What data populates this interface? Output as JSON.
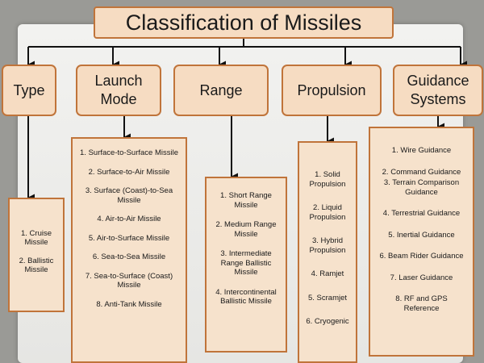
{
  "title": "Classification of Missiles",
  "categories": {
    "type": "Type",
    "launch_mode": "Launch Mode",
    "range": "Range",
    "propulsion": "Propulsion",
    "guidance": "Guidance Systems"
  },
  "lists": {
    "type": [
      "1. Cruise Missile",
      "2. Ballistic Missile"
    ],
    "launch_mode": [
      "1. Surface-to-Surface Missile",
      "2. Surface-to-Air Missile",
      "3. Surface (Coast)-to-Sea Missile",
      "4. Air-to-Air Missile",
      "5. Air-to-Surface Missile",
      "6. Sea-to-Sea Missile",
      "7. Sea-to-Surface (Coast) Missile",
      "8. Anti-Tank Missile"
    ],
    "range": [
      "1. Short Range Missile",
      "2. Medium Range Missile",
      "3. Intermediate Range Ballistic Missile",
      "4. Intercontinental Ballistic Missile"
    ],
    "propulsion": [
      "1. Solid Propulsion",
      "2. Liquid Propulsion",
      "3. Hybrid Propulsion",
      "4. Ramjet",
      "5. Scramjet",
      "6. Cryogenic"
    ],
    "guidance": [
      "1. Wire Guidance",
      "2. Command Guidance",
      "3. Terrain Comparison Guidance",
      "4. Terrestrial Guidance",
      "5. Inertial Guidance",
      "6. Beam Rider Guidance",
      "7. Laser Guidance",
      "8. RF and GPS Reference"
    ]
  },
  "colors": {
    "box_fill": "#f6dcc2",
    "box_border": "#c0743a",
    "connector": "#111111"
  }
}
